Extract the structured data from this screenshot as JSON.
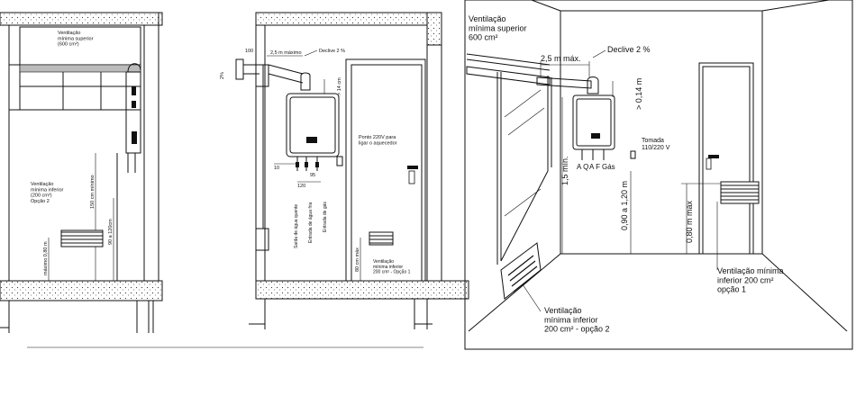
{
  "left_panel": {
    "vent_superior": "Ventilação\nmínima superior\n(600 cm²)",
    "vent_inferior": "Ventilação\nmínima inferior\n(200 cm²)\nOpção 2",
    "dim_150": "150 cm mínimo",
    "dim_120": "90 a 120cm",
    "dim_080": "máximo 0,80 m"
  },
  "middle_panel": {
    "dim_100": "100",
    "dim_25": "2,5 m máximo",
    "declive": "Declive 2 %",
    "dim_2pct": "2%",
    "dim_14": "> 14 cm",
    "ponto": "Ponto 220V para\nligar o aquecedor",
    "dim_10": "10",
    "dim_120": "120",
    "dim_95": "95",
    "saida_quente": "Saída de água quente",
    "entrada_fria": "Entrada de água fria",
    "entrada_gas": "Entrada de gás",
    "dim_80": "80 cm máx",
    "vent_inferior": "Ventilação\nmínima inferior\n200 cm² - Opção 1"
  },
  "right_panel": {
    "vent_superior": "Ventilação\nmínima superior\n600 cm²",
    "dim_25": "2,5 m máx.",
    "declive": "Declive 2 %",
    "dim_014": "> 0,14 m",
    "tomada": "Tomada\n110/220 V",
    "conn_aq": "A Q",
    "conn_af": "A F",
    "conn_gas": "Gás",
    "dim_15": "1,5 mín.",
    "dim_090": "0,90 a 1,20 m",
    "dim_080": "0,80 m máx",
    "vent_inf_1": "Ventilação mínima\ninferior 200 cm²\nopção 1",
    "vent_inf_2": "Ventilação\nmínima inferior\n200 cm² - opção 2"
  }
}
